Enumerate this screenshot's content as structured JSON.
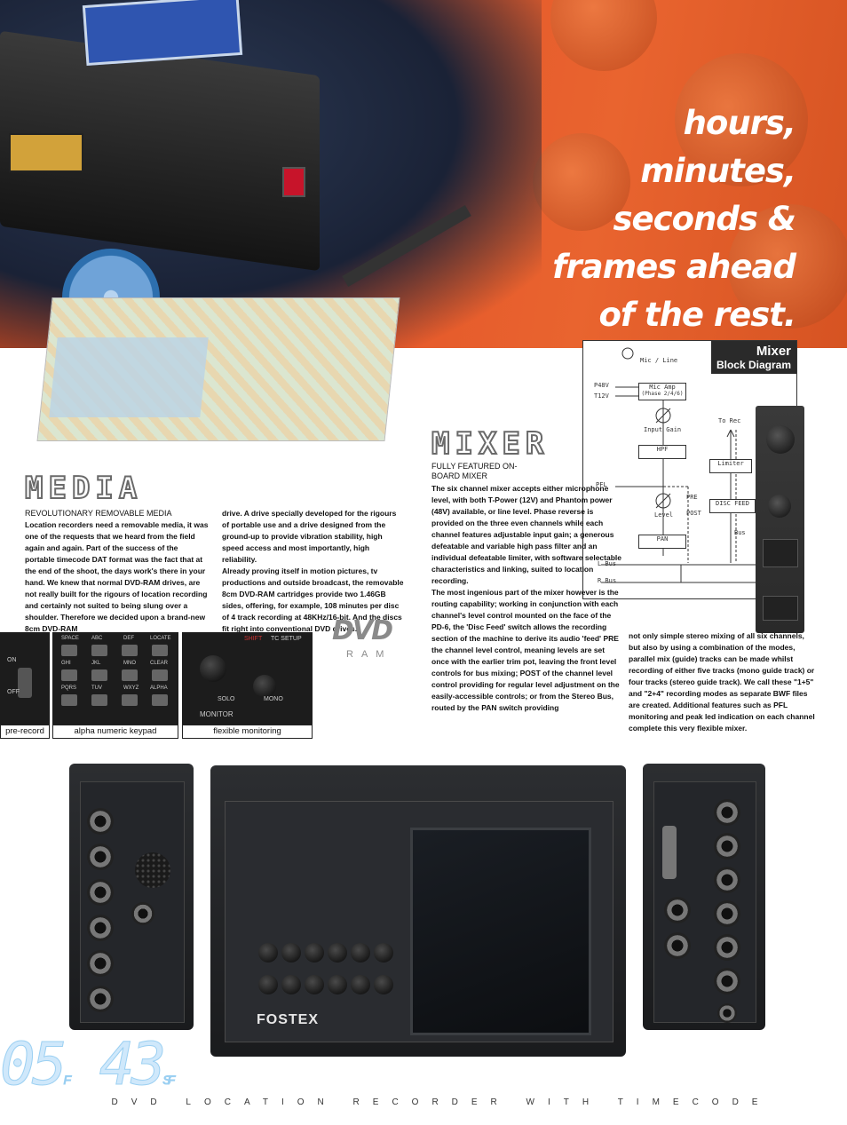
{
  "headline": [
    "hours,",
    "minutes,",
    "seconds &",
    "frames ahead",
    "of the rest."
  ],
  "diagram": {
    "title": "Mixer",
    "subtitle": "Block Diagram",
    "mic_line": "Mic / Line",
    "p48v": "P48V",
    "t12v": "T12V",
    "mic_amp": "Mic Amp",
    "phase": "(Phase 2/4/6)",
    "input_gain": "Input Gain",
    "hpf": "HPF",
    "pfl": "PFL",
    "pre": "PRE",
    "post": "POST",
    "level": "Level",
    "disc_feed": "DISC FEED",
    "pan": "PAN",
    "to_rec": "To Rec",
    "limiter": "Limiter",
    "bus": "Bus",
    "l_bus": "L Bus",
    "r_bus": "R Bus"
  },
  "media": {
    "heading": "MEDIA",
    "subheading": "REVOLUTIONARY REMOVABLE MEDIA",
    "col1": "Location recorders need a removable media, it was one of the requests that we heard from the field again and again. Part of the success of the portable timecode DAT format was the fact that at the end of the shoot, the days work's there in your hand. We knew that normal DVD-RAM drives, are not really built for the rigours of location recording and certainly not suited to being slung over a shoulder. Therefore we decided upon a brand-new 8cm DVD-RAM",
    "col2a": "drive. A drive specially developed for the rigours of portable use and a drive designed from the ground-up to provide vibration stability, high speed access and most importantly, high reliability.",
    "col2b": "Already proving itself in motion pictures, tv productions and outside broadcast, the removable 8cm DVD-RAM cartridges provide two 1.46GB sides, offering, for example, 108 minutes per disc of 4 track recording at 48KHz/16-bit. And the discs fit right into conventional DVD drives."
  },
  "mixer": {
    "heading": "MIXER",
    "subheading_1": "FULLY FEATURED ON-",
    "subheading_2": "BOARD MIXER",
    "col1": "The six channel mixer accepts either microphone level, with both T-Power (12V) and Phantom power (48V) available, or line level. Phase reverse is provided on the three even channels while each channel features adjustable input gain; a generous defeatable and variable high pass filter and an individual defeatable limiter, with software selectable characteristics and linking, suited to location recording.",
    "col1b": "The most ingenious part of the mixer however is the routing capability; working in conjunction with each channel's level control mounted on the face of the PD-6, the 'Disc Feed' switch allows the recording section of the machine to derive its audio 'feed' PRE the channel level control, meaning levels are set once with the earlier trim pot, leaving the front level controls for bus mixing; POST of the channel level control providing for regular level adjustment on the easily-accessible controls; or from the Stereo Bus, routed by the PAN switch providing",
    "col2": "not only simple stereo mixing of all six channels, but also by using a combination of the modes, parallel mix (guide) tracks can be made whilst recording of either five tracks (mono guide track) or four tracks (stereo guide track). We call these \"1+5\" and \"2+4\" recording modes as separate BWF files are created. Additional features such as PFL monitoring and peak led indication on each channel complete this very flexible mixer."
  },
  "captions": [
    "pre-record",
    "alpha numeric keypad",
    "flexible monitoring"
  ],
  "keypad_labels": [
    "SPACE",
    "ABC",
    "DEF",
    "LOCATE",
    "GHI",
    "JKL",
    "MNO",
    "CLEAR",
    "PQRS",
    "TUV",
    "WXYZ",
    "ALPHA"
  ],
  "monitor_labels": {
    "shift": "SHIFT",
    "tc_setup": "TC SETUP",
    "solo": "SOLO",
    "mono": "MONO",
    "monitor": "MONITOR",
    "on": "ON",
    "off": "OFF"
  },
  "dvd_logo": {
    "dvd": "DVD",
    "ram": "RAM"
  },
  "brand": "FOSTEX",
  "timecode": {
    "frames": "05",
    "f": "F",
    "subframes": "43",
    "sf": "SF"
  },
  "footer": "DVD LOCATION RECORDER WITH TIMECODE"
}
